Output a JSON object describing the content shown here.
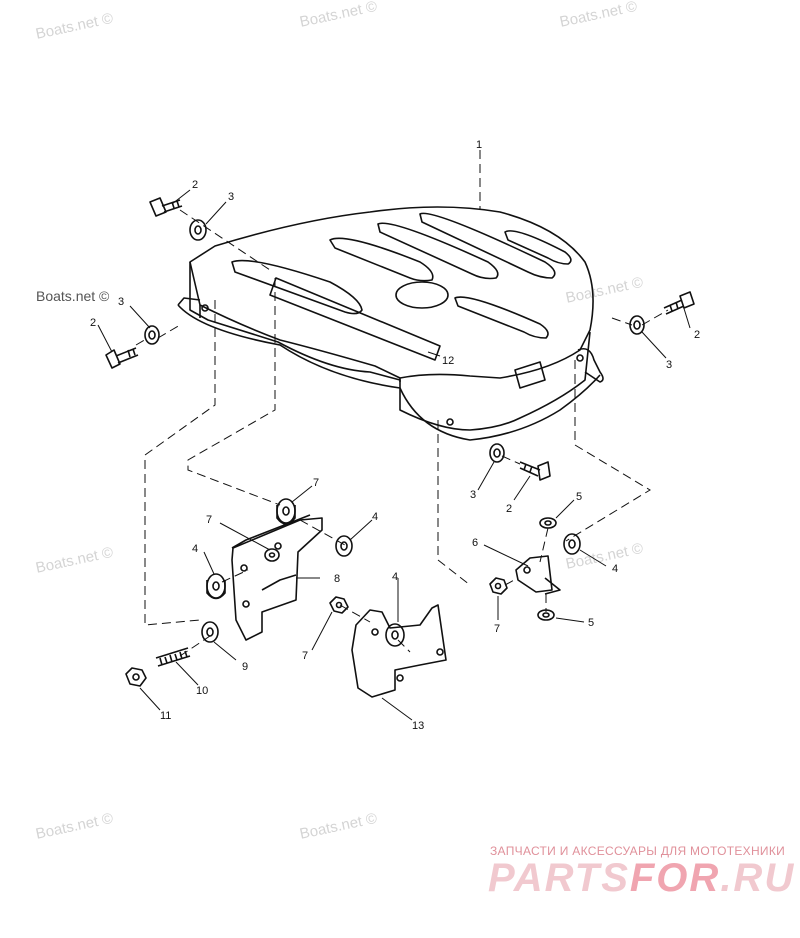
{
  "watermarks": [
    "Boats.net ©",
    "Boats.net ©",
    "Boats.net ©",
    "Boats.net ©",
    "Boats.net ©",
    "Boats.net ©",
    "Boats.net ©",
    "Boats.net ©",
    "Boats.net ©"
  ],
  "callouts": {
    "c1": "1",
    "c2a": "2",
    "c3a": "3",
    "c2b": "2",
    "c3b": "3",
    "c2c": "2",
    "c3c": "3",
    "c3d": "3",
    "c2d": "2",
    "c12": "12",
    "c7a": "7",
    "c7b": "7",
    "c4a": "4",
    "c4b": "4",
    "c8": "8",
    "c9": "9",
    "c10": "10",
    "c11": "11",
    "c7c": "7",
    "c4c": "4",
    "c13": "13",
    "c5a": "5",
    "c6": "6",
    "c4d": "4",
    "c7d": "7",
    "c5b": "5"
  },
  "brand": {
    "tagline": "ЗАПЧАСТИ И АКСЕССУАРЫ ДЛЯ МОТОТЕХНИКИ",
    "logo_main": "PARTS",
    "logo_accent": "FOR",
    "logo_tail": ".RU"
  },
  "colors": {
    "line": "#111111",
    "watermark": "#d4d4d4",
    "brand": "#f0a5b0"
  }
}
